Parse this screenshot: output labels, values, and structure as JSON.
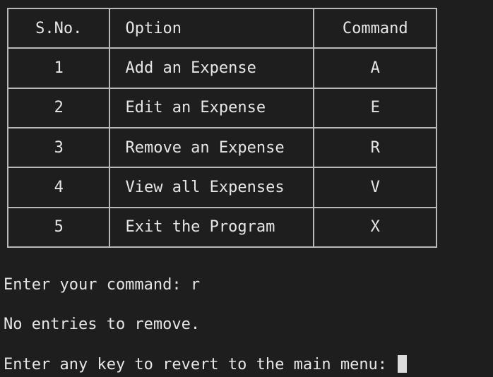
{
  "menu": {
    "headers": {
      "sno": "S.No.",
      "option": "Option",
      "command": "Command"
    },
    "rows": [
      {
        "sno": "1",
        "option": "Add an Expense",
        "command": "A"
      },
      {
        "sno": "2",
        "option": "Edit an Expense",
        "command": "E"
      },
      {
        "sno": "3",
        "option": "Remove an Expense",
        "command": "R"
      },
      {
        "sno": "4",
        "option": "View all Expenses",
        "command": "V"
      },
      {
        "sno": "5",
        "option": "Exit the Program",
        "command": "X"
      }
    ]
  },
  "console": {
    "command_prompt": "Enter your command: ",
    "command_input": "r",
    "message": "No entries to remove.",
    "revert_prompt": "Enter any key to revert to the main menu: "
  }
}
